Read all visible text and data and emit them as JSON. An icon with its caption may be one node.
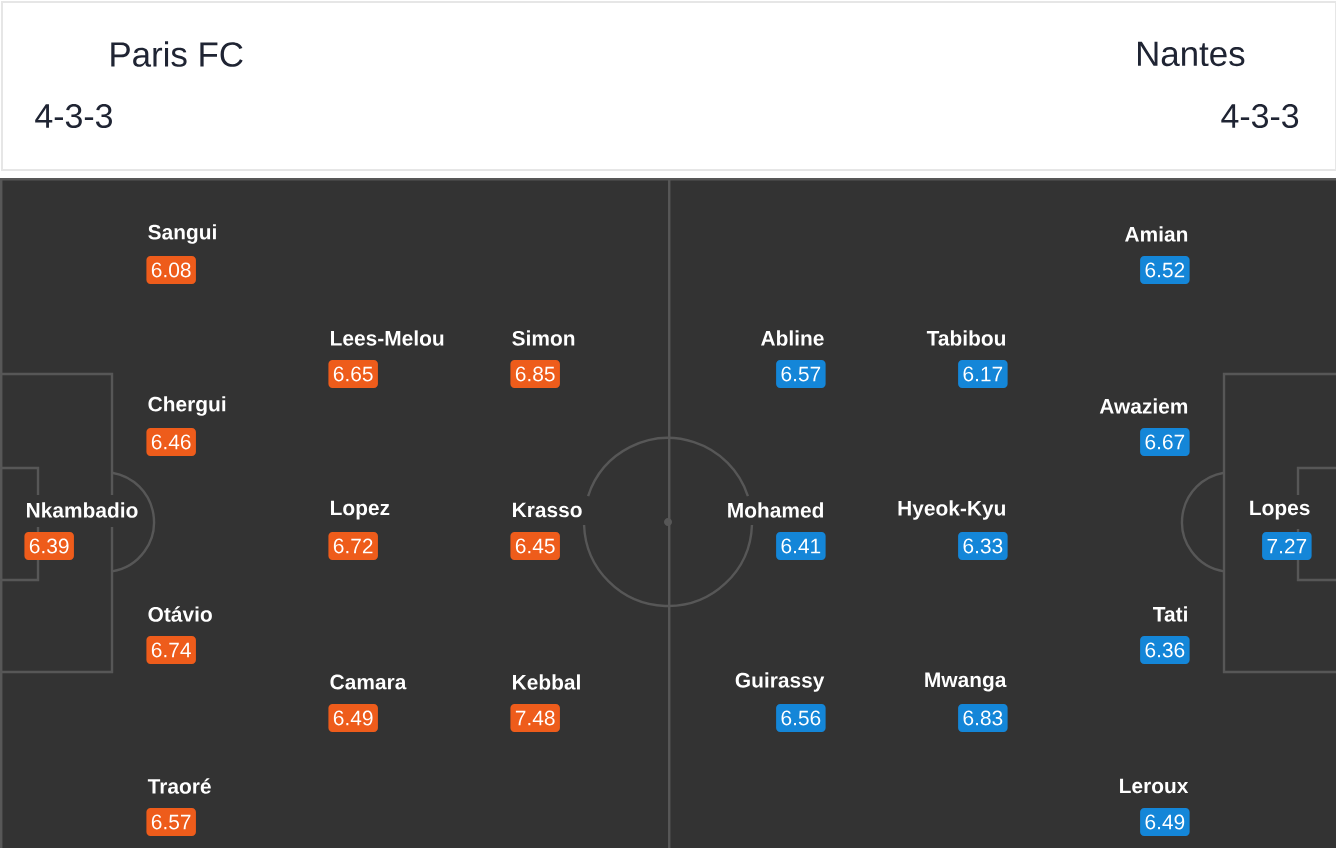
{
  "diagram": {
    "nodes": [
      {
        "text": [
          "Paris FC",
          "4-3-3",
          "Nantes",
          "4-3-3"
        ]
      },
      {
        "text": [],
        "shape": "box"
      },
      {
        "text": [],
        "shape": "box"
      },
      {
        "text": [
          "6.39"
        ],
        "beside": [
          "Nkambadio"
        ],
        "in": 1
      },
      {
        "text": [
          "6.08"
        ],
        "beside": [
          "Sangui"
        ],
        "in": 1
      },
      {
        "text": [
          "6.46"
        ],
        "beside": [
          "Chergui"
        ],
        "in": 1
      },
      {
        "text": [
          "6.74"
        ],
        "beside": [
          "Otávio"
        ],
        "in": 1
      },
      {
        "text": [
          "6.57"
        ],
        "beside": [
          "Traoré"
        ],
        "in": 1
      },
      {
        "text": [
          "6.65"
        ],
        "beside": [
          "Lees-Melou"
        ],
        "in": 1
      },
      {
        "text": [
          "6.72"
        ],
        "beside": [
          "Lopez"
        ],
        "in": 1
      },
      {
        "text": [
          "6.49"
        ],
        "beside": [
          "Camara"
        ],
        "in": 1
      },
      {
        "text": [
          "6.85"
        ],
        "beside": [
          "Simon"
        ],
        "in": 1
      },
      {
        "text": [
          "6.45"
        ],
        "beside": [
          "Krasso"
        ],
        "in": 1
      },
      {
        "text": [
          "7.48"
        ],
        "beside": [
          "Kebbal"
        ],
        "in": 1
      },
      {
        "text": [
          "7.27"
        ],
        "beside": [
          "Lopes"
        ],
        "in": 2
      },
      {
        "text": [
          "6.52"
        ],
        "beside": [
          "Amian"
        ],
        "in": 2
      },
      {
        "text": [
          "6.67"
        ],
        "beside": [
          "Awaziem"
        ],
        "in": 2
      },
      {
        "text": [
          "6.36"
        ],
        "beside": [
          "Tati"
        ],
        "in": 2
      },
      {
        "text": [
          "6.49"
        ],
        "beside": [
          "Leroux"
        ],
        "in": 2
      },
      {
        "text": [
          "6.17"
        ],
        "beside": [
          "Tabibou"
        ],
        "in": 2
      },
      {
        "text": [
          "6.33"
        ],
        "beside": [
          "Hyeok-Kyu"
        ],
        "in": 2
      },
      {
        "text": [
          "6.83"
        ],
        "beside": [
          "Mwanga"
        ],
        "in": 2
      },
      {
        "text": [
          "6.57"
        ],
        "beside": [
          "Abline"
        ],
        "in": 2
      },
      {
        "text": [
          "6.41"
        ],
        "beside": [
          "Mohamed"
        ],
        "in": 2
      },
      {
        "text": [
          "6.56"
        ],
        "beside": [
          "Guirassy"
        ],
        "in": 2
      }
    ]
  }
}
